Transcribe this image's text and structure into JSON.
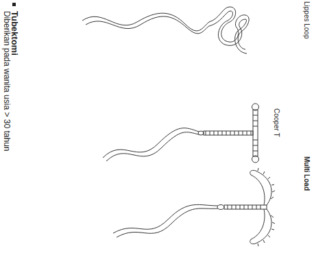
{
  "diagram": {
    "labels": [
      "Lippes Loop",
      "Cooper T",
      "Multi Load",
      "Tubektomi",
      "Diberikan pada wanita usia > 30 tahun"
    ]
  }
}
